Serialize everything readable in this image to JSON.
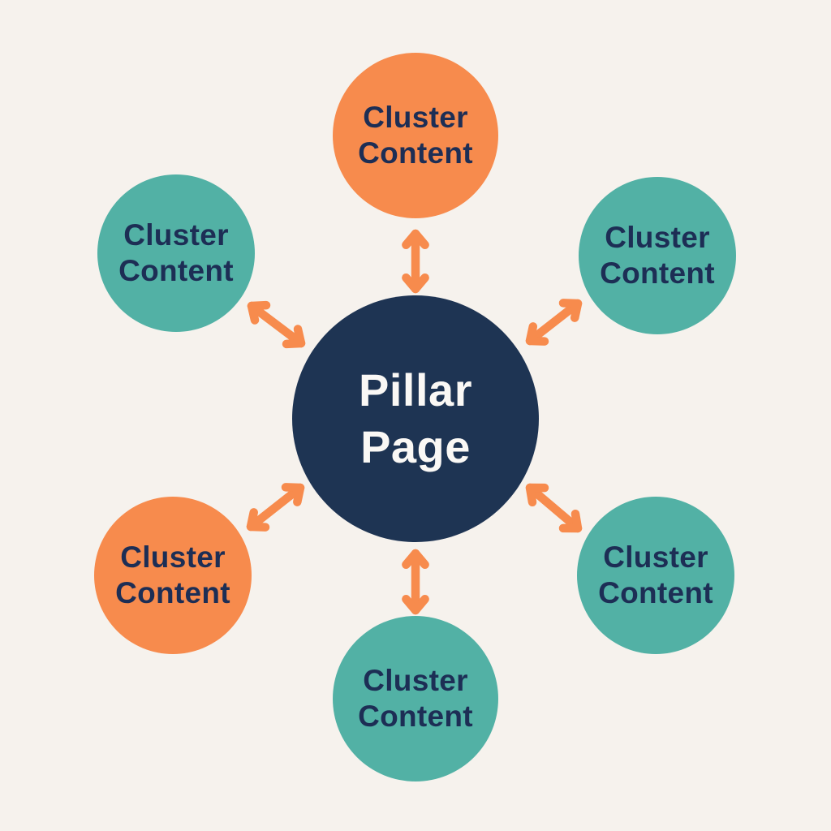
{
  "diagram": {
    "background_color": "#F6F2ED",
    "connector_color": "#F78B4D",
    "cluster_text_color": "#1D2E55",
    "center_node": {
      "label": "Pillar Page",
      "fill_color": "#1E3453",
      "text_color": "#FAF8F5"
    },
    "cluster_nodes": [
      {
        "position": "top",
        "label": "Cluster Content",
        "fill_color": "#F78B4D"
      },
      {
        "position": "top-right",
        "label": "Cluster Content",
        "fill_color": "#52B1A5"
      },
      {
        "position": "bottom-right",
        "label": "Cluster Content",
        "fill_color": "#52B1A5"
      },
      {
        "position": "bottom",
        "label": "Cluster Content",
        "fill_color": "#52B1A5"
      },
      {
        "position": "bottom-left",
        "label": "Cluster Content",
        "fill_color": "#F78B4D"
      },
      {
        "position": "top-left",
        "label": "Cluster Content",
        "fill_color": "#52B1A5"
      }
    ]
  }
}
